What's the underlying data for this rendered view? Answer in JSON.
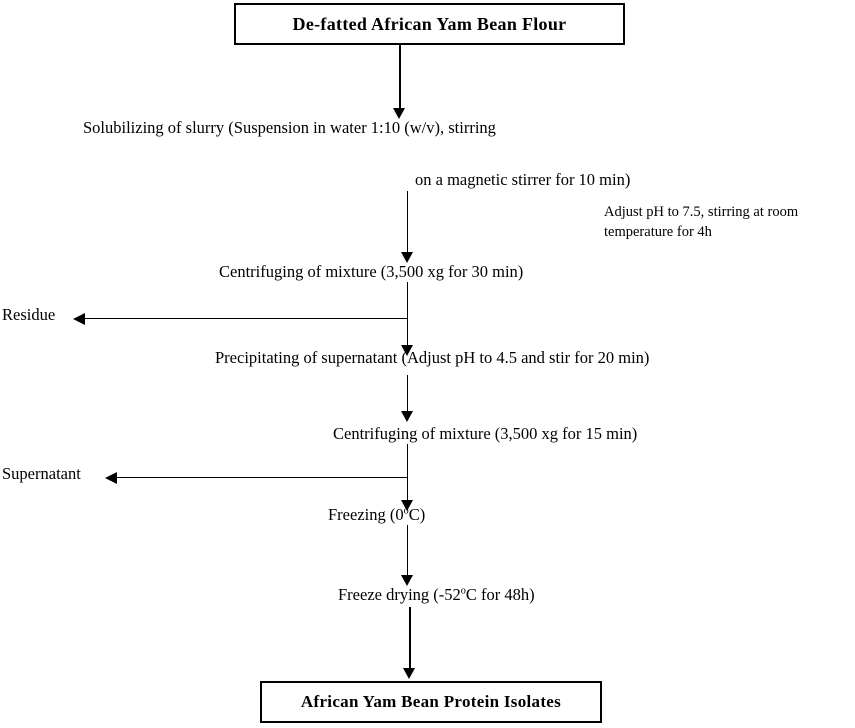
{
  "diagram": {
    "title_start": "De-fatted African Yam Bean Flour",
    "title_end": "African Yam Bean Protein Isolates",
    "steps": [
      {
        "id": "solubilizing-line1",
        "label": "Solubilizing of slurry (Suspension in water 1:10 (w/v), stirring"
      },
      {
        "id": "solubilizing-line2",
        "label": "on a magnetic stirrer for 10 min)"
      },
      {
        "id": "centrifuging-1",
        "label": "Centrifuging of mixture (3,500 xg for 30 min)"
      },
      {
        "id": "precipitating",
        "label": "Precipitating of supernatant (Adjust pH to 4.5 and stir for 20 min)"
      },
      {
        "id": "centrifuging-2",
        "label": "Centrifuging of mixture (3,500 xg for 15 min)"
      },
      {
        "id": "freezing",
        "label_prefix": "Freezing (0",
        "label_sup": "o",
        "label_suffix": "C)"
      },
      {
        "id": "freeze-drying",
        "label_prefix": "Freeze drying (-52",
        "label_sup": "o",
        "label_suffix": "C for 48h)"
      }
    ],
    "notes": [
      {
        "id": "ph-note",
        "label": "Adjust pH to 7.5, stirring at room temperature for 4h"
      }
    ],
    "branches": [
      {
        "id": "residue",
        "label": "Residue"
      },
      {
        "id": "supernatant",
        "label": "Supernatant"
      }
    ],
    "colors": {
      "stroke": "#000000",
      "background": "#ffffff",
      "text": "#000000"
    }
  }
}
